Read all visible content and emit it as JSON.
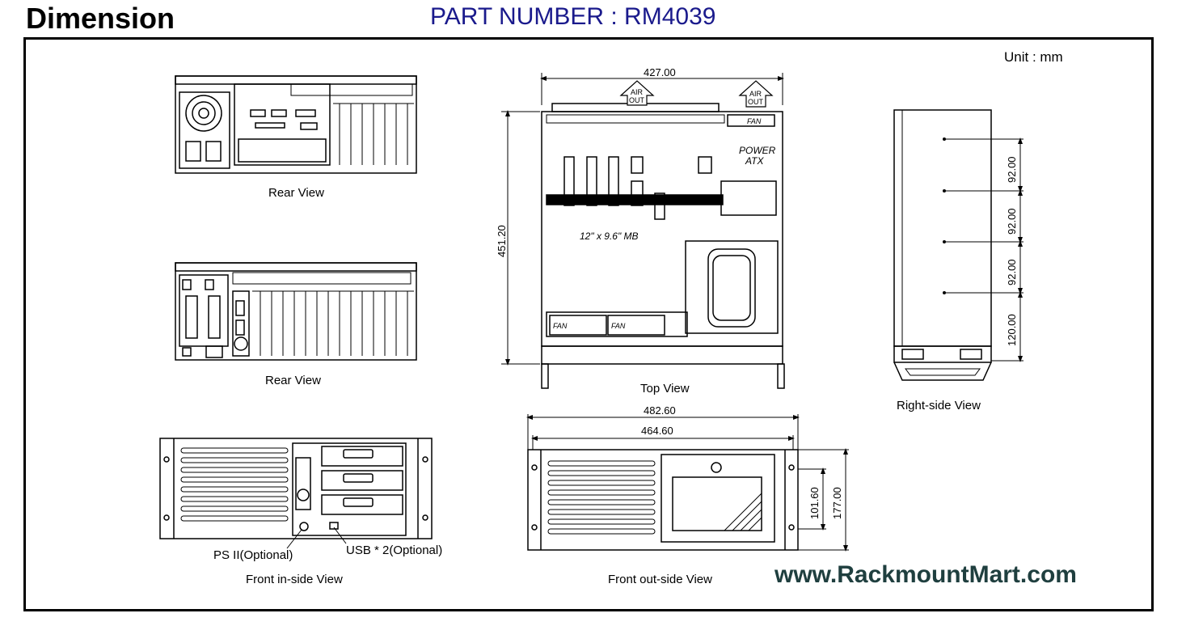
{
  "header": {
    "title": "Dimension",
    "part_number": "PART NUMBER : RM4039"
  },
  "unit": "Unit : mm",
  "views": {
    "rear_view_1": "Rear View",
    "rear_view_2": "Rear View",
    "front_inside": "Front in-side View",
    "top_view": "Top View",
    "right_side": "Right-side View",
    "front_outside": "Front out-side View"
  },
  "callouts": {
    "ps2": "PS II(Optional)",
    "usb": "USB * 2(Optional)"
  },
  "top_view_labels": {
    "air_out_1a": "AIR",
    "air_out_1b": "OUT",
    "air_out_2a": "AIR",
    "air_out_2b": "OUT",
    "fan_top": "FAN",
    "power_1": "POWER",
    "power_2": "ATX",
    "mb": "12\" x 9.6\" MB",
    "fan_1": "FAN",
    "fan_2": "FAN"
  },
  "dimensions": {
    "top_width": "427.00",
    "top_depth": "451.20",
    "front_outer_width": "482.60",
    "front_inner_width": "464.60",
    "front_height_inner": "101.60",
    "front_height_outer": "177.00",
    "side_1": "92.00",
    "side_2": "92.00",
    "side_3": "92.00",
    "side_4": "120.00"
  },
  "website": "www.RackmountMart.com",
  "colors": {
    "part_number": "#1a1a8c",
    "website": "#1f3f3f",
    "line": "#000000"
  }
}
